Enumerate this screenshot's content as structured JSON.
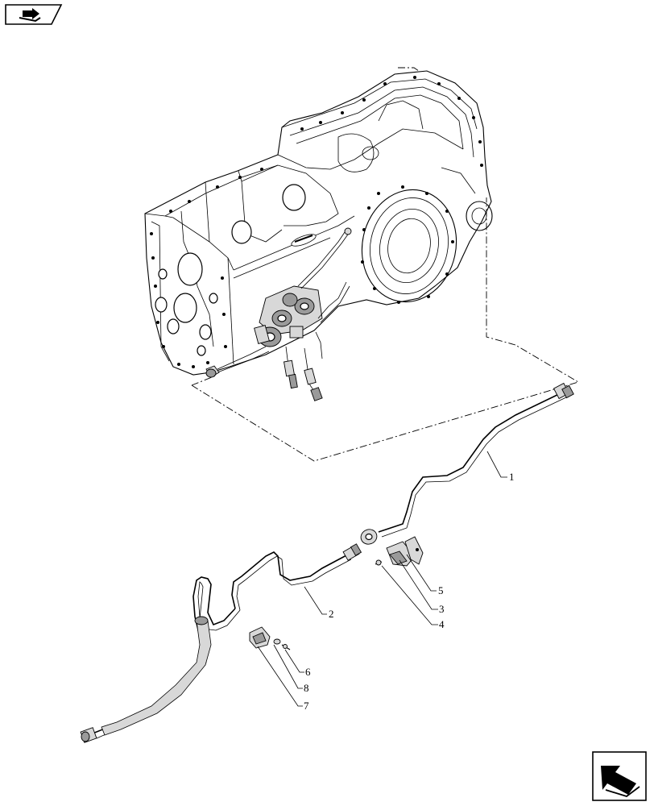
{
  "logo_icon": "book-arrow-icon",
  "nav_icon": "previous-page-arrow-icon",
  "callouts": [
    {
      "id": "c1",
      "label": "1"
    },
    {
      "id": "c2",
      "label": "2"
    },
    {
      "id": "c3",
      "label": "3"
    },
    {
      "id": "c4",
      "label": "4"
    },
    {
      "id": "c5",
      "label": "5"
    },
    {
      "id": "c6",
      "label": "6"
    },
    {
      "id": "c7",
      "label": "7"
    },
    {
      "id": "c8",
      "label": "8"
    }
  ]
}
